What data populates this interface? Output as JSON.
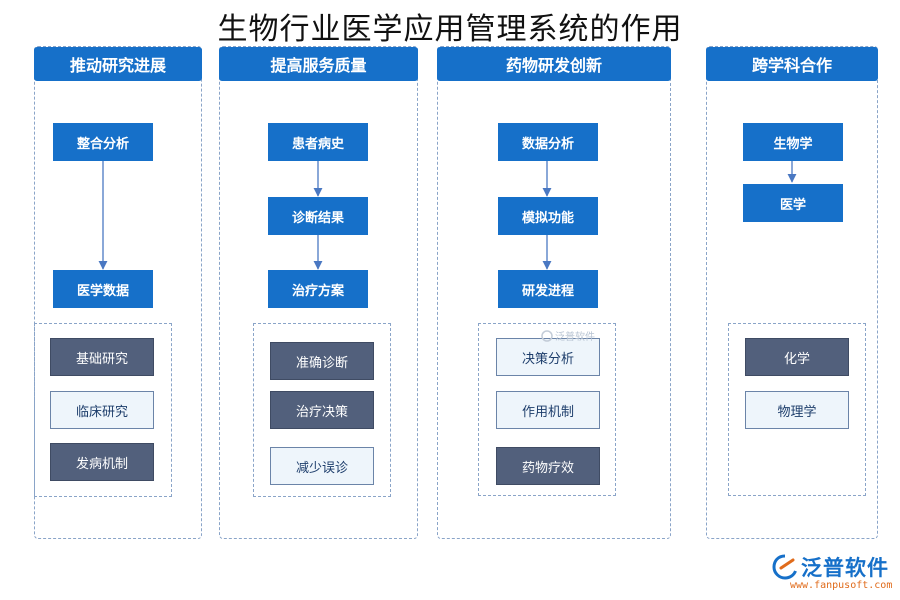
{
  "title": "生物行业医学应用管理系统的作用",
  "columns": [
    {
      "header": "推动研究进展",
      "flow": [
        "整合分析",
        "医学数据"
      ],
      "items": [
        {
          "label": "基础研究",
          "style": "dark"
        },
        {
          "label": "临床研究",
          "style": "light"
        },
        {
          "label": "发病机制",
          "style": "dark"
        }
      ]
    },
    {
      "header": "提高服务质量",
      "flow": [
        "患者病史",
        "诊断结果",
        "治疗方案"
      ],
      "items": [
        {
          "label": "准确诊断",
          "style": "dark"
        },
        {
          "label": "治疗决策",
          "style": "dark"
        },
        {
          "label": "减少误诊",
          "style": "light"
        }
      ]
    },
    {
      "header": "药物研发创新",
      "flow": [
        "数据分析",
        "模拟功能",
        "研发进程"
      ],
      "items": [
        {
          "label": "决策分析",
          "style": "light"
        },
        {
          "label": "作用机制",
          "style": "light"
        },
        {
          "label": "药物疗效",
          "style": "dark"
        }
      ]
    },
    {
      "header": "跨学科合作",
      "flow": [
        "生物学",
        "医学"
      ],
      "items": [
        {
          "label": "化学",
          "style": "dark"
        },
        {
          "label": "物理学",
          "style": "light"
        }
      ]
    }
  ],
  "watermark": "泛普软件",
  "logo": {
    "name": "泛普软件",
    "url": "www.fanpusoft.com"
  },
  "colors": {
    "primary": "#1670c9",
    "dark_item": "#52607c",
    "light_item": "#eef5fb",
    "border": "#8aa4c8"
  }
}
